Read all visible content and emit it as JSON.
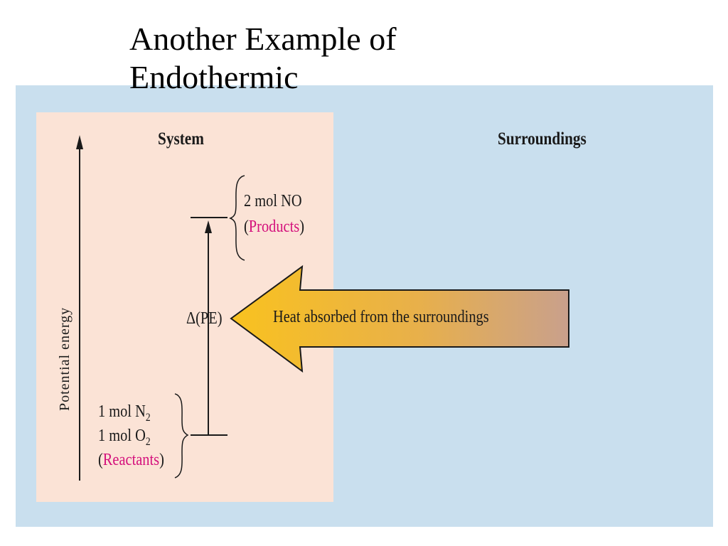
{
  "title": {
    "line1": "Another Example of",
    "line2": "Endothermic"
  },
  "diagram": {
    "system_heading": "System",
    "surroundings_heading": "Surroundings",
    "y_axis_label": "Potential energy",
    "products": {
      "amount": "2 mol NO",
      "open_paren": "(",
      "word": "Products",
      "close_paren": ")"
    },
    "reactants": {
      "n2_prefix": "1 mol N",
      "n2_sub": "2",
      "o2_prefix": "1 mol O",
      "o2_sub": "2",
      "open_paren": "(",
      "word": "Reactants",
      "close_paren": ")"
    },
    "delta_label": "Δ(PE)",
    "heat_arrow_label": "Heat absorbed from the surroundings",
    "colors": {
      "surroundings": "#c9dfee",
      "system": "#fbe3d6",
      "accent": "#d4107c",
      "arrow_start": "#f9c21f",
      "arrow_end": "#c9a08c"
    }
  }
}
